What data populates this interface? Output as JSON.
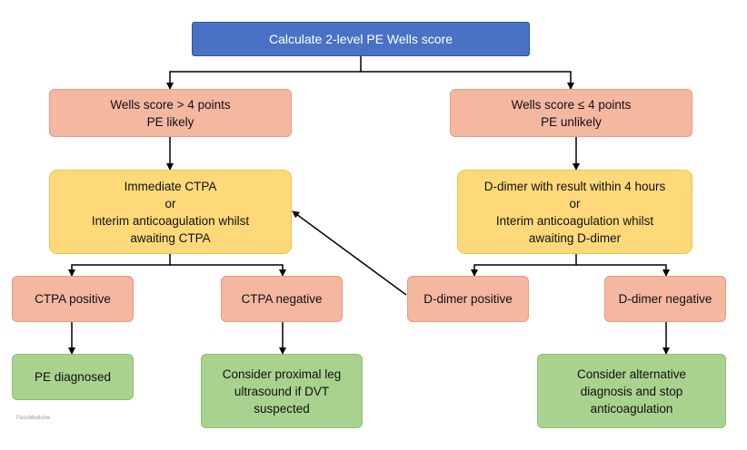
{
  "title": "Calculate 2-level PE Wells score",
  "left_branch": {
    "criteria": "Wells score > 4 points\nPE likely",
    "action": "Immediate CTPA\nor\nInterim anticoagulation whilst\nawaiting CTPA",
    "positive": "CTPA positive",
    "negative": "CTPA negative",
    "positive_outcome": "PE diagnosed",
    "negative_outcome": "Consider proximal leg\nultrasound if DVT\nsuspected"
  },
  "right_branch": {
    "criteria": "Wells score ≤ 4 points\nPE unlikely",
    "action": "D-dimer with result within 4 hours\nor\nInterim anticoagulation whilst\nawaiting D-dimer",
    "positive": "D-dimer positive",
    "negative": "D-dimer negative",
    "negative_outcome": "Consider alternative\ndiagnosis and stop\nanticoagulation"
  },
  "watermark": "PassMedicine",
  "colors": {
    "title_box": "#4a72c4",
    "criteria_box": "#f4b7a0",
    "action_box": "#fdd97a",
    "outcome_box": "#a9d28e",
    "connector": "#000000"
  }
}
